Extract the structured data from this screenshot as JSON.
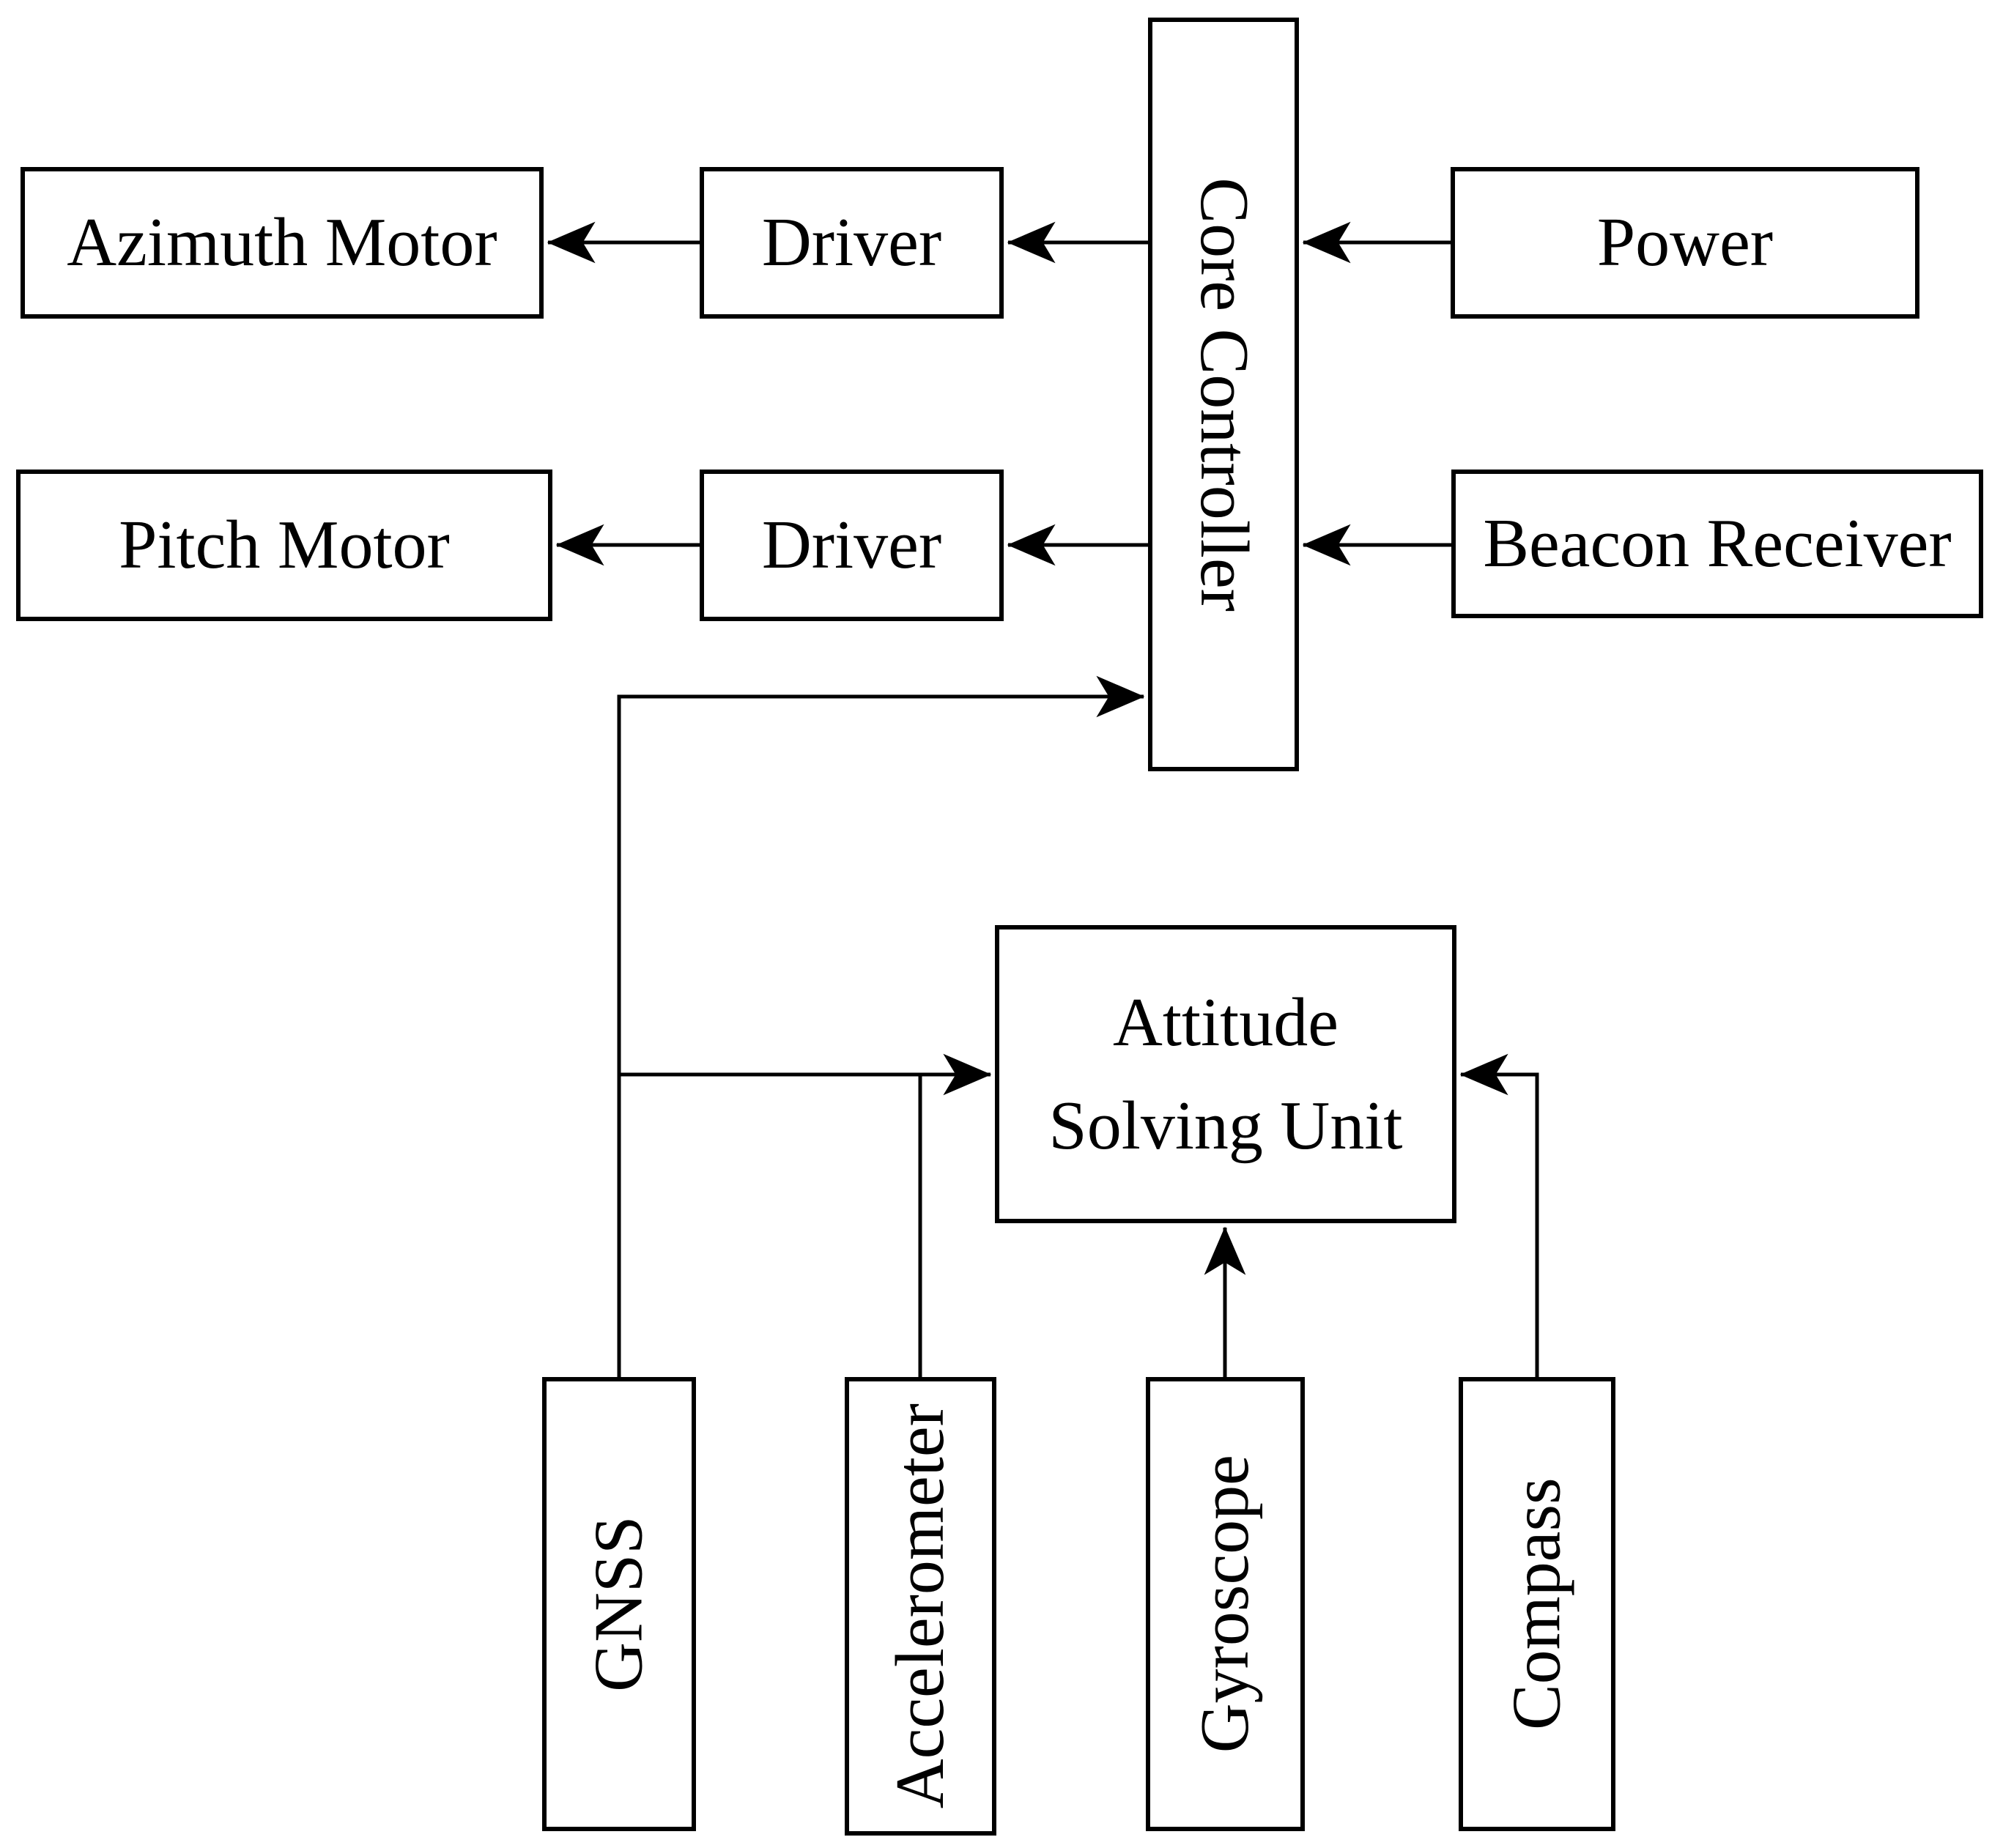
{
  "diagram": {
    "type": "block-diagram",
    "colors": {
      "stroke": "#000000",
      "background": "#ffffff",
      "text": "#000000"
    },
    "boxes": {
      "azimuth_motor": {
        "label": "Azimuth Motor",
        "orientation": "horizontal"
      },
      "driver_top": {
        "label": "Driver",
        "orientation": "horizontal"
      },
      "core_controller": {
        "label": "Core Controller",
        "orientation": "vertical-top-to-bottom"
      },
      "power": {
        "label": "Power",
        "orientation": "horizontal"
      },
      "pitch_motor": {
        "label": "Pitch Motor",
        "orientation": "horizontal"
      },
      "driver_bottom": {
        "label": "Driver",
        "orientation": "horizontal"
      },
      "beacon_receiver": {
        "label": "Beacon Receiver",
        "orientation": "horizontal"
      },
      "attitude_solving_unit": {
        "line1": "Attitude",
        "line2": "Solving Unit",
        "orientation": "horizontal"
      },
      "gnss": {
        "label": "GNSS",
        "orientation": "vertical-bottom-to-top"
      },
      "accelerometer": {
        "label": "Accelerometer",
        "orientation": "vertical-bottom-to-top"
      },
      "gyroscope": {
        "label": "Gyroscope",
        "orientation": "vertical-bottom-to-top"
      },
      "compass": {
        "label": "Compass",
        "orientation": "vertical-bottom-to-top"
      }
    },
    "connections": [
      {
        "from": "driver_top",
        "to": "azimuth_motor",
        "arrow": "into-left-box"
      },
      {
        "from": "core_controller",
        "to": "driver_top",
        "arrow": "into-left-box"
      },
      {
        "from": "power",
        "to": "core_controller",
        "arrow": "into-right-edge"
      },
      {
        "from": "driver_bottom",
        "to": "pitch_motor",
        "arrow": "into-left-box"
      },
      {
        "from": "core_controller",
        "to": "driver_bottom",
        "arrow": "into-left-box"
      },
      {
        "from": "beacon_receiver",
        "to": "core_controller",
        "arrow": "into-right-edge"
      },
      {
        "from": "gnss",
        "to": "core_controller",
        "arrow": "up-then-right-into-left-edge"
      },
      {
        "from": "gnss",
        "to": "attitude_solving_unit",
        "arrow": "right-into-left-edge"
      },
      {
        "from": "accelerometer",
        "to": "attitude_solving_unit",
        "arrow": "up-tee-into-gnss-branch"
      },
      {
        "from": "gyroscope",
        "to": "attitude_solving_unit",
        "arrow": "up-into-bottom-edge"
      },
      {
        "from": "compass",
        "to": "attitude_solving_unit",
        "arrow": "up-then-left-into-right-edge"
      }
    ]
  }
}
